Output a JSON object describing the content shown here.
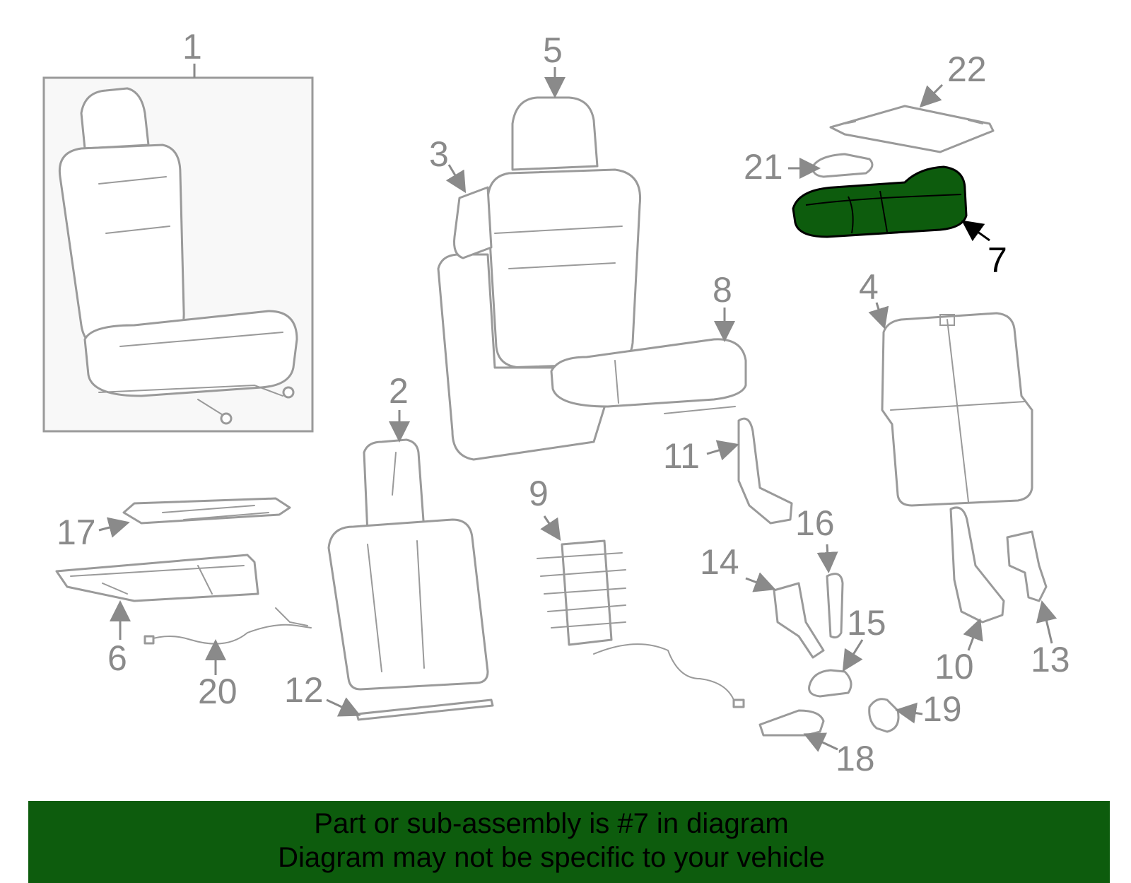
{
  "diagram": {
    "highlight_part": "7",
    "colors": {
      "highlight_fill": "#0d5c0d",
      "banner_bg": "#0d5c0d",
      "line_gray": "#9a9a9a",
      "label_gray": "#8a8a8a",
      "highlight_label": "#000000"
    },
    "callouts": [
      "1",
      "2",
      "3",
      "4",
      "5",
      "6",
      "7",
      "8",
      "9",
      "10",
      "11",
      "12",
      "13",
      "14",
      "15",
      "16",
      "17",
      "18",
      "19",
      "20",
      "21",
      "22"
    ]
  },
  "banner": {
    "line1": "Part or sub-assembly is #7 in diagram",
    "line2": "Diagram may not be specific to your vehicle"
  }
}
